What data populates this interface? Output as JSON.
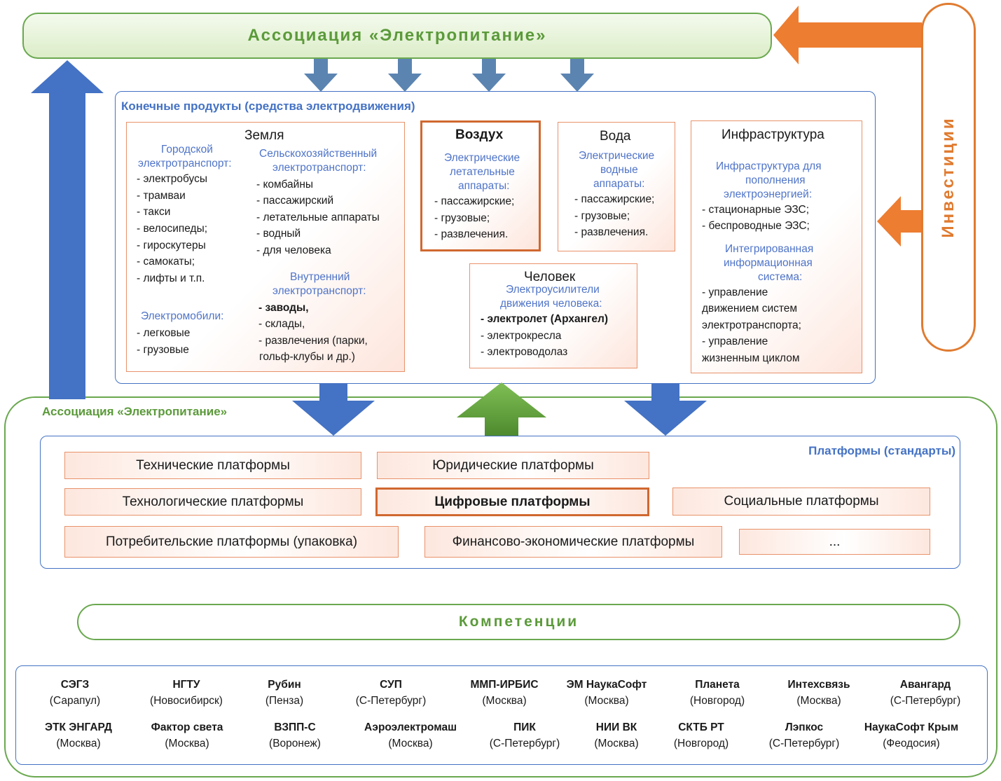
{
  "top_association": "Ассоциация «Электропитание»",
  "investments": "Инвестиции",
  "products": {
    "title": "Конечные продукты (средства электродвижения)",
    "land": {
      "header": "Земля",
      "urban": {
        "title_l1": "Городской",
        "title_l2": "электротранспорт:",
        "items": [
          "- электробусы",
          "- трамваи",
          "- такси",
          "- велосипеды;",
          "- гироскутеры",
          "- самокаты;",
          "- лифты и т.п."
        ]
      },
      "agri": {
        "title_l1": "Сельскохозяйственный",
        "title_l2": "электротранспорт:",
        "items": [
          "- комбайны",
          "- пассажирский",
          "- летательные аппараты",
          "- водный",
          "- для человека"
        ]
      },
      "cars": {
        "title": "Электромобили:",
        "items": [
          "- легковые",
          "- грузовые"
        ]
      },
      "internal": {
        "title_l1": "Внутренний",
        "title_l2": "электротранспорт:",
        "items": [
          "- заводы,",
          "- склады,",
          "- развлечения (парки,",
          "гольф-клубы и др.)"
        ]
      }
    },
    "air": {
      "header": "Воздух",
      "sub_l1": "Электрические",
      "sub_l2": "летательные",
      "sub_l3": "аппараты:",
      "items": [
        "- пассажирские;",
        "- грузовые;",
        "- развлечения."
      ]
    },
    "water": {
      "header": "Вода",
      "sub_l1": "Электрические",
      "sub_l2": "водные",
      "sub_l3": "аппараты:",
      "items": [
        "- пассажирские;",
        "- грузовые;",
        "- развлечения."
      ]
    },
    "human": {
      "header": "Человек",
      "sub_l1": "Электроусилители",
      "sub_l2": "движения человека:",
      "items": [
        "- электролет (Архангел)",
        "- электрокресла",
        "- электроводолаз"
      ]
    },
    "infra": {
      "header": "Инфраструктура",
      "sub1_l1": "Инфраструктура для",
      "sub1_l2": "пополнения",
      "sub1_l3": "электроэнергией:",
      "items1": [
        "- стационарные ЭЗС;",
        "- беспроводные ЭЗС;"
      ],
      "sub2_l1": "Интегрированная",
      "sub2_l2": "информационная",
      "sub2_l3": "система:",
      "items2": [
        "- управление",
        "движением систем",
        "электротранспорта;",
        "- управление",
        "жизненным циклом"
      ]
    }
  },
  "bottom_association": "Ассоциация «Электропитание»",
  "platforms": {
    "title": "Платформы (стандарты)",
    "items": [
      "Технические платформы",
      "Юридические платформы",
      "Технологические платформы",
      "Цифровые платформы",
      "Социальные платформы",
      "Потребительские платформы (упаковка)",
      "Финансово-экономические  платформы",
      "..."
    ]
  },
  "competencies": "Компетенции",
  "members": [
    {
      "name": "СЭГЗ",
      "city": "(Сарапул)"
    },
    {
      "name": "НГТУ",
      "city": "(Новосибирск)"
    },
    {
      "name": "Рубин",
      "city": "(Пенза)"
    },
    {
      "name": "СУП",
      "city": "(С-Петербург)"
    },
    {
      "name": "ММП-ИРБИС",
      "city": "(Москва)"
    },
    {
      "name": "ЭМ НаукаСофт",
      "city": "(Москва)"
    },
    {
      "name": "Планета",
      "city": "(Новгород)"
    },
    {
      "name": "Интехсвязь",
      "city": "(Москва)"
    },
    {
      "name": "Авангард",
      "city": "(С-Петербург)"
    },
    {
      "name": "ЭТК ЭНГАРД",
      "city": "(Москва)"
    },
    {
      "name": "Фактор света",
      "city": "(Москва)"
    },
    {
      "name": "ВЗПП-С",
      "city": "(Воронеж)"
    },
    {
      "name": "Аэроэлектромаш",
      "city": "(Москва)"
    },
    {
      "name": "ПИК",
      "city": "(С-Петербург)"
    },
    {
      "name": "НИИ ВК",
      "city": "(Москва)"
    },
    {
      "name": "СКТБ РТ",
      "city": "(Новгород)"
    },
    {
      "name": "Лэпкос",
      "city": "(С-Петербург)"
    },
    {
      "name": "НаукаСофт Крым",
      "city": "(Феодосия)"
    }
  ],
  "colors": {
    "green": "#6aa84f",
    "blue": "#4472c4",
    "steel_blue": "#5b84b1",
    "orange": "#e07b30",
    "salmon": "#e8926a"
  }
}
